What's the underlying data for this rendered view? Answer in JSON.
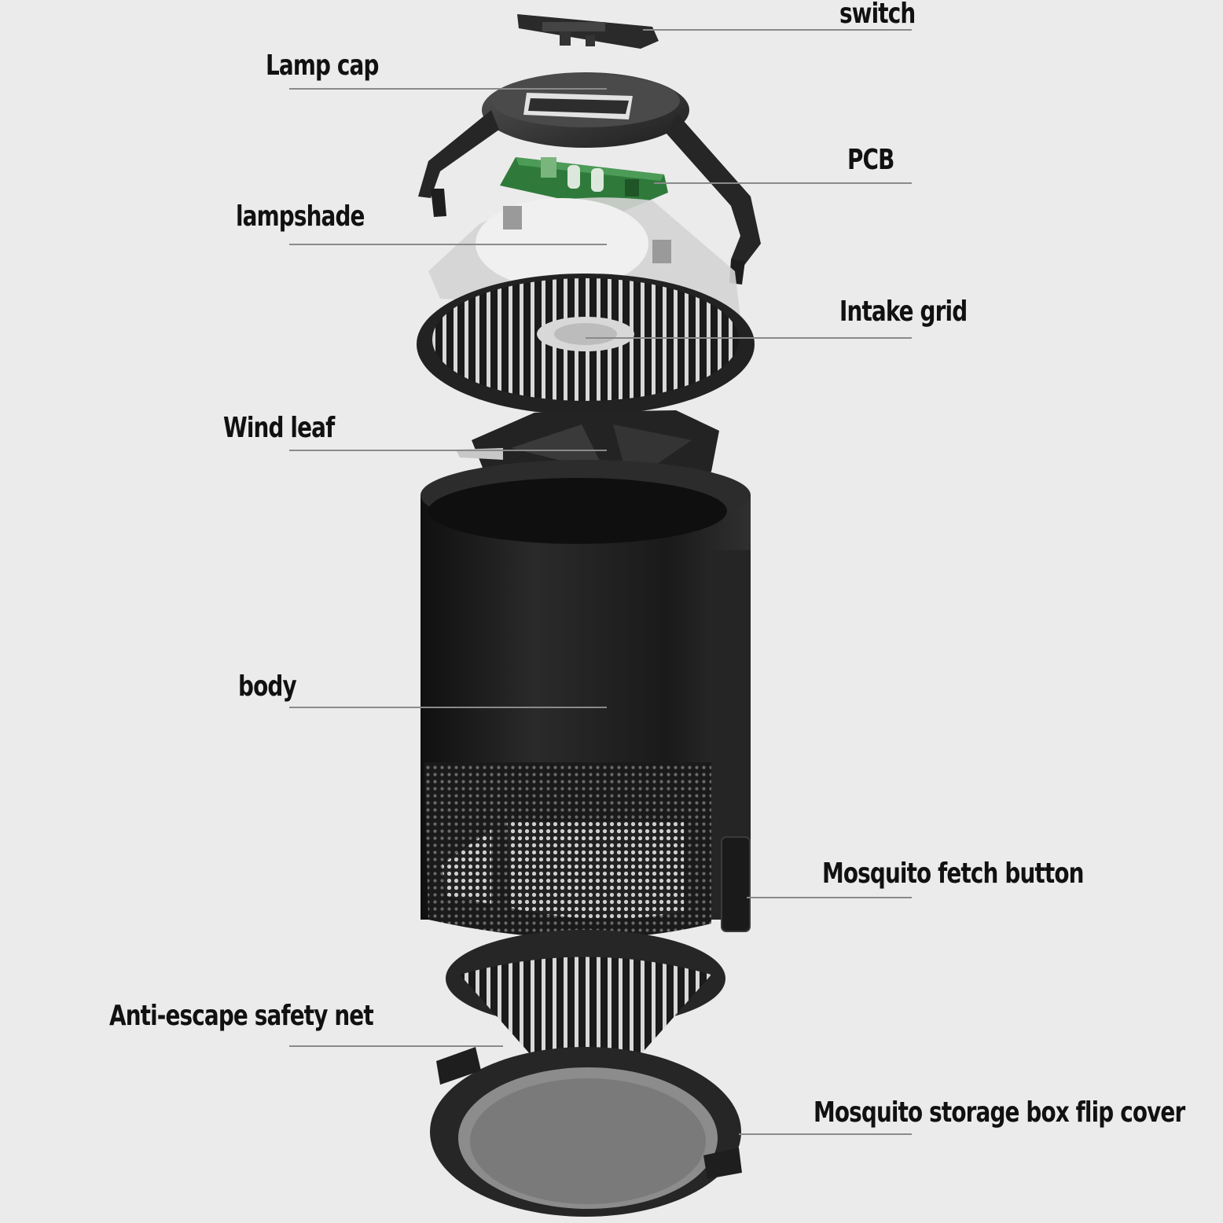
{
  "labels": {
    "switch": "switch",
    "lamp_cap": "Lamp cap",
    "pcb": "PCB",
    "lampshade": "lampshade",
    "intake_grid": "Intake grid",
    "wind_leaf": "Wind leaf",
    "body": "body",
    "mosquito_fetch_button": "Mosquito fetch button",
    "anti_escape_net": "Anti-escape safety net",
    "storage_flip_cover": "Mosquito storage box flip cover"
  },
  "colors": {
    "background": "#ebebeb",
    "body": "#1c1c1c",
    "pcb": "#2f7a3a",
    "lampshade": "#d9d9d9",
    "label_text": "#111111",
    "leader_line": "#8a8a8a"
  }
}
